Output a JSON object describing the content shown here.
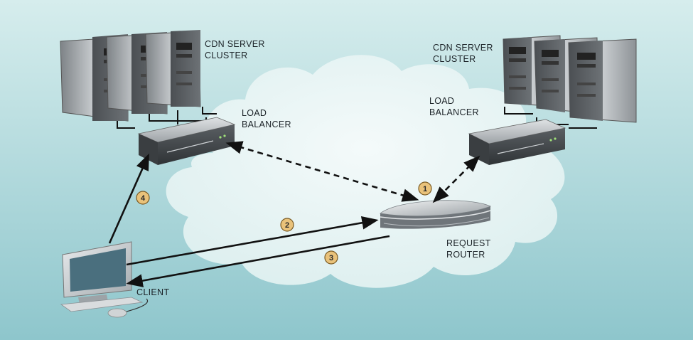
{
  "labels": {
    "cdn_left": [
      "CDN SERVER",
      "CLUSTER"
    ],
    "cdn_right": [
      "CDN SERVER",
      "CLUSTER"
    ],
    "lb_left": [
      "LOAD",
      "BALANCER"
    ],
    "lb_right": [
      "LOAD",
      "BALANCER"
    ],
    "router": [
      "REQUEST",
      "ROUTER"
    ],
    "client": "CLIENT"
  },
  "steps": [
    "1",
    "2",
    "3",
    "4"
  ],
  "colors": {
    "badge_fill": "#e9c27a",
    "badge_stroke": "#7a5a22",
    "arrow": "#111111",
    "cloud": "#eef7f7",
    "background_top": "#d3ecec",
    "background_bottom": "#8fc8ce"
  },
  "icons": {
    "server": "server-tower-icon",
    "load_balancer": "network-appliance-icon",
    "router": "router-device-icon",
    "client": "desktop-computer-icon"
  }
}
